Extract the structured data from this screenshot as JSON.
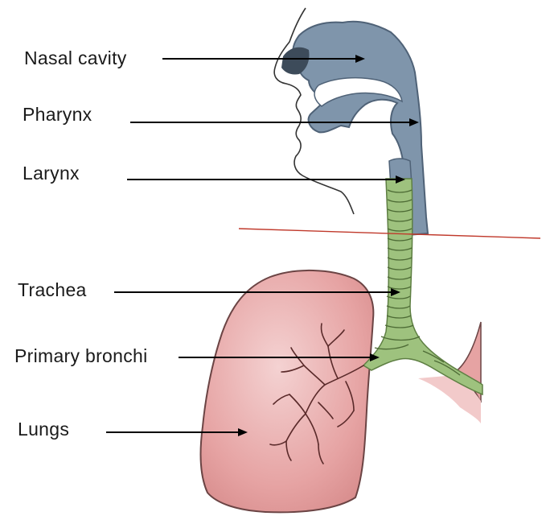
{
  "labels": {
    "nasal_cavity": "Nasal cavity",
    "pharynx": "Pharynx",
    "larynx": "Larynx",
    "trachea": "Trachea",
    "primary_bronchi": "Primary bronchi",
    "lungs": "Lungs"
  },
  "colors": {
    "airway": "#7f95ab",
    "airway_stroke": "#4f6277",
    "trachea": "#9ec27e",
    "lung_fill": "#e8a7a7",
    "lung_stroke": "#6b4444",
    "divider": "#c0392b",
    "arrow": "#000000"
  }
}
